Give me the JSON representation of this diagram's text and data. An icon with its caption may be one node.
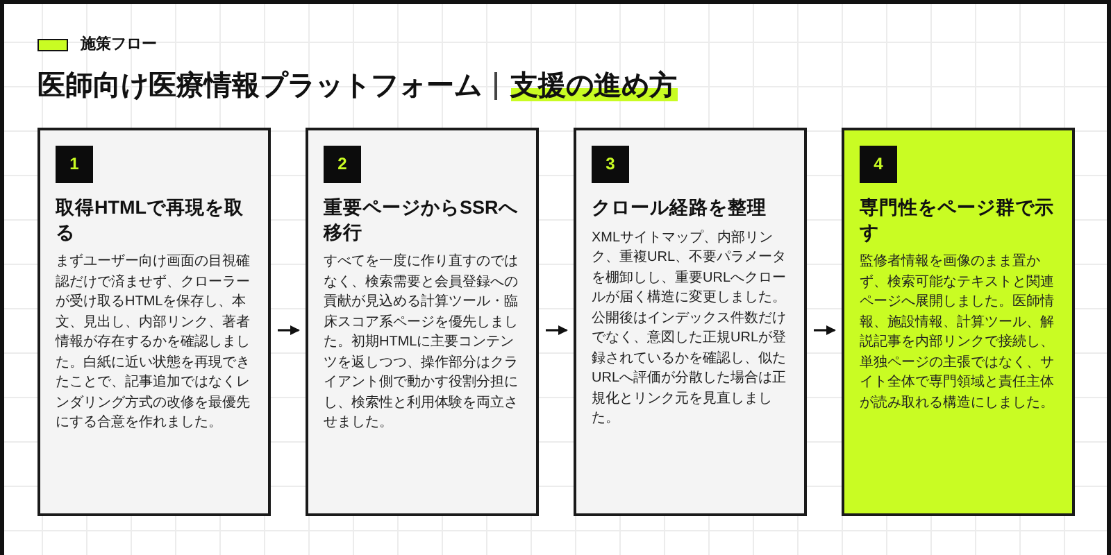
{
  "diagram": {
    "title": "医師向け医療情報プラットフォーム",
    "nodes": [
      {
        "text": [
          "取得HTMLで再現を取る",
          "まずユーザー向け画面の目視確認だけで済ませず、クローラーが受け取るHTMLを保存し、本文、見出し、内部リンク、著者情報が存在するかを確認しました。白紙に近い状態を再現できたことで、記事追加ではなくレンダリング方式の改修を最優先にする合意を作れました。"
        ]
      },
      {
        "text": [
          "1"
        ],
        "in": 0
      },
      {
        "text": [
          "重要ページからSSRへ移行",
          "すべてを一度に作り直すのではなく、検索需要と会員登録への貢献が見込める計算ツール・臨床スコア系ページを優先しました。初期HTMLに主要コンテンツを返しつつ、操作部分はクライアント側で動かす役割分担にし、検索性と利用体験を両立させました。"
        ]
      },
      {
        "text": [
          "2"
        ],
        "in": 2
      },
      {
        "text": [
          "クロール経路を整理",
          "XMLサイトマップ、内部リンク、重複URL、不要パラメータを棚卸しし、重要URLへクロールが届く構造に変更しました。公開後はインデックス件数だけでなく、意図した正規URLが登録されているかを確認し、似たURLへ評価が分散した場合は正規化とリンク元を見直しました。"
        ]
      },
      {
        "text": [
          "3"
        ],
        "in": 4
      },
      {
        "text": [
          "専門性をページ群で示す",
          "監修者情報を画像のまま置かず、検索可能なテキストと関連ページへ展開しました。医師情報、施設情報、計算ツール、解説記事を内部リンクで接続し、単独ページの主張ではなく、サイト全体で専門領域と責任主体が読み取れる構造にしました。"
        ]
      },
      {
        "text": [
          "4"
        ],
        "in": 6
      }
    ],
    "edges": [
      {
        "from": 0,
        "to": 2,
        "arrow": "to"
      },
      {
        "from": 2,
        "to": 4,
        "arrow": "to"
      },
      {
        "from": 4,
        "to": 6,
        "arrow": "to"
      }
    ],
    "labels": [
      "施策フロー",
      "支援の進め方"
    ]
  }
}
